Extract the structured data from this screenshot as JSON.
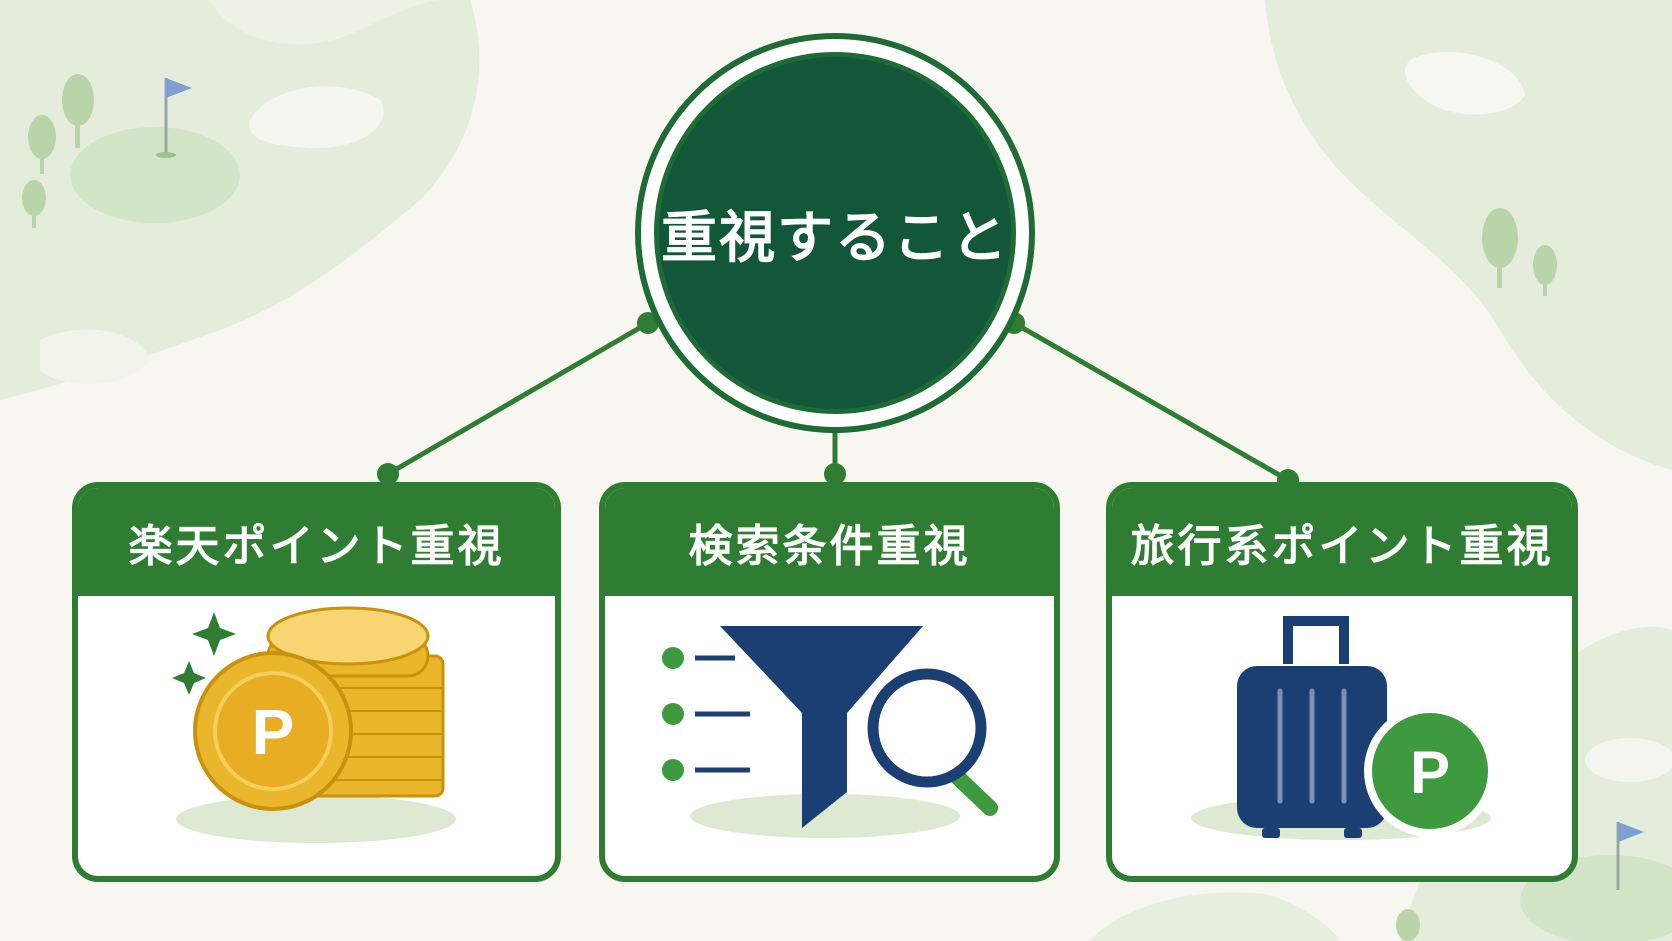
{
  "hub": {
    "title": "重視すること"
  },
  "cards": [
    {
      "title": "楽天ポイント重視",
      "icon": "coin-stack-icon",
      "badge": "P"
    },
    {
      "title": "検索条件重視",
      "icon": "filter-search-icon"
    },
    {
      "title": "旅行系ポイント重視",
      "icon": "suitcase-icon",
      "badge": "P"
    }
  ],
  "colors": {
    "primary": "#2e7d32",
    "hub": "#13573a",
    "gold": "#eab62c",
    "navy": "#1c3f73",
    "accent": "#3d9a3f"
  }
}
